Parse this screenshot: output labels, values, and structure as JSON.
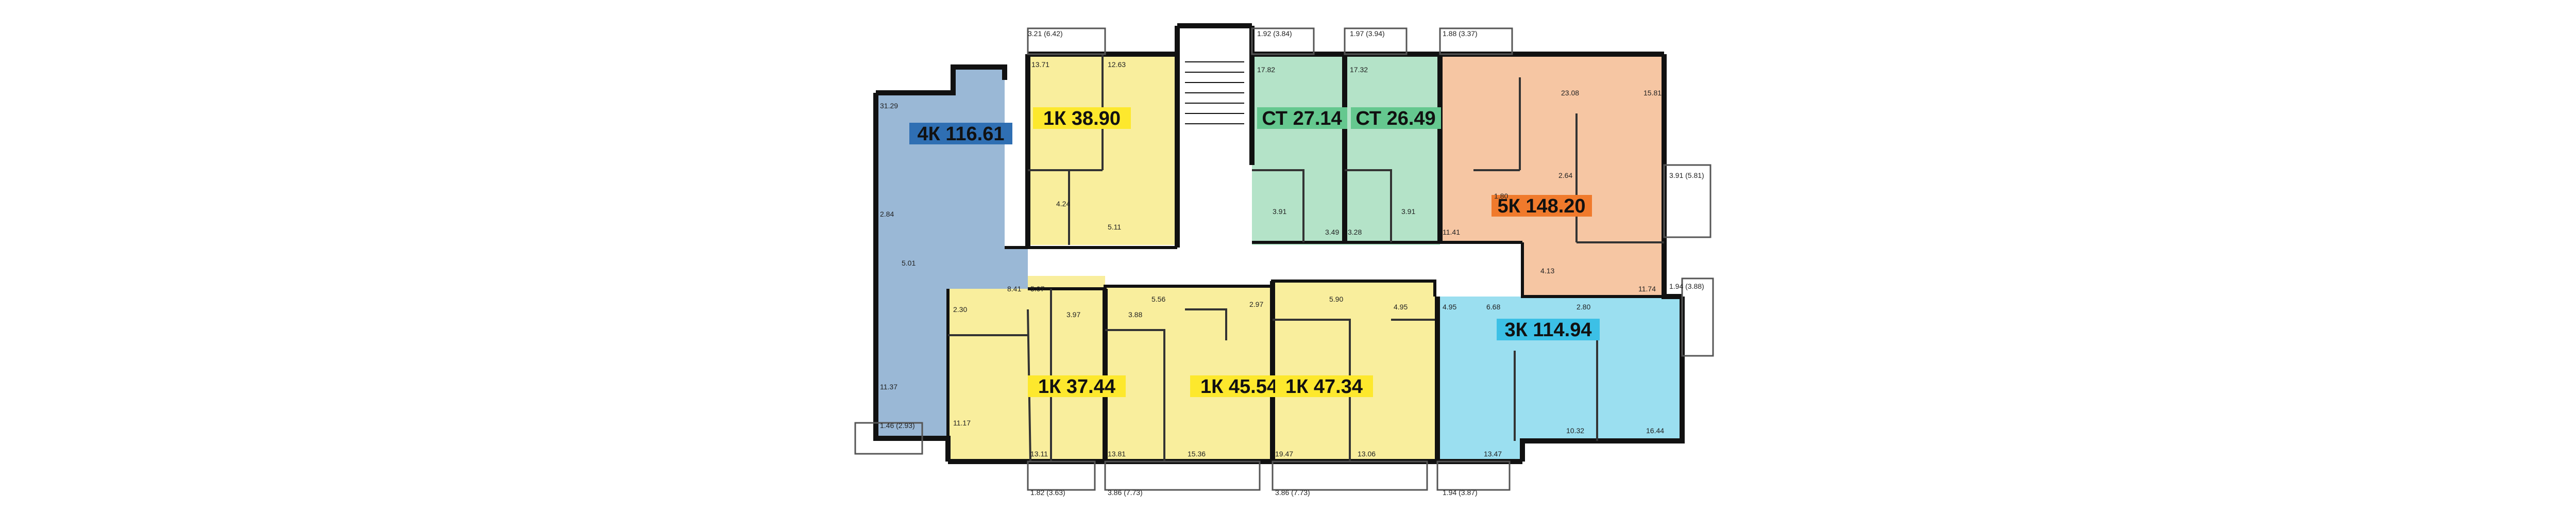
{
  "colors": {
    "one_room": "#f9ee9d",
    "studio": "#b4e3c8",
    "four_room": "#9ab8d6",
    "five_room": "#f6c6a3",
    "three_room": "#9bdff0",
    "badge_one_room": "#fde82d",
    "badge_studio": "#65c88f",
    "badge_four_room": "#2f6fb3",
    "badge_five_room": "#f07a2c",
    "badge_three_room": "#3cc0e6",
    "wall": "#111111"
  },
  "apartments": [
    {
      "id": "4k",
      "label": "4К 116.61",
      "color_key": "four_room"
    },
    {
      "id": "1k-top",
      "label": "1К 38.90",
      "color_key": "one_room"
    },
    {
      "id": "st-left",
      "label": "СТ 27.14",
      "color_key": "studio"
    },
    {
      "id": "st-right",
      "label": "СТ 26.49",
      "color_key": "studio"
    },
    {
      "id": "5k",
      "label": "5К 148.20",
      "color_key": "five_room"
    },
    {
      "id": "1k-bottom-left",
      "label": "1К 37.44",
      "color_key": "one_room"
    },
    {
      "id": "1k-bottom-mid",
      "label": "1К 45.54",
      "color_key": "one_room"
    },
    {
      "id": "1k-bottom-right",
      "label": "1К 47.34",
      "color_key": "one_room"
    },
    {
      "id": "3k",
      "label": "3К 114.94",
      "color_key": "three_room"
    }
  ],
  "room_areas": [
    "31.29",
    "2.84",
    "5.01",
    "8.41",
    "11.37",
    "1.46 (2.93)",
    "13.71",
    "12.63",
    "4.24",
    "5.11",
    "3.21 (6.42)",
    "17.82",
    "3.91",
    "3.49",
    "1.92 (3.84)",
    "17.32",
    "3.28",
    "3.91",
    "1.97 (3.94)",
    "23.08",
    "15.81",
    "2.64",
    "1.80",
    "11.41",
    "4.13",
    "11.74",
    "1.88 (3.37)",
    "3.91 (5.81)",
    "5.07",
    "2.30",
    "3.97",
    "11.17",
    "13.11",
    "1.82 (3.63)",
    "3.88",
    "5.56",
    "2.97",
    "13.81",
    "15.36",
    "3.86 (7.73)",
    "5.90",
    "4.95",
    "19.47",
    "13.06",
    "3.86 (7.73)",
    "4.95",
    "6.68",
    "2.80",
    "10.32",
    "16.44",
    "13.47",
    "1.94 (3.87)",
    "1.94 (3.88)"
  ]
}
